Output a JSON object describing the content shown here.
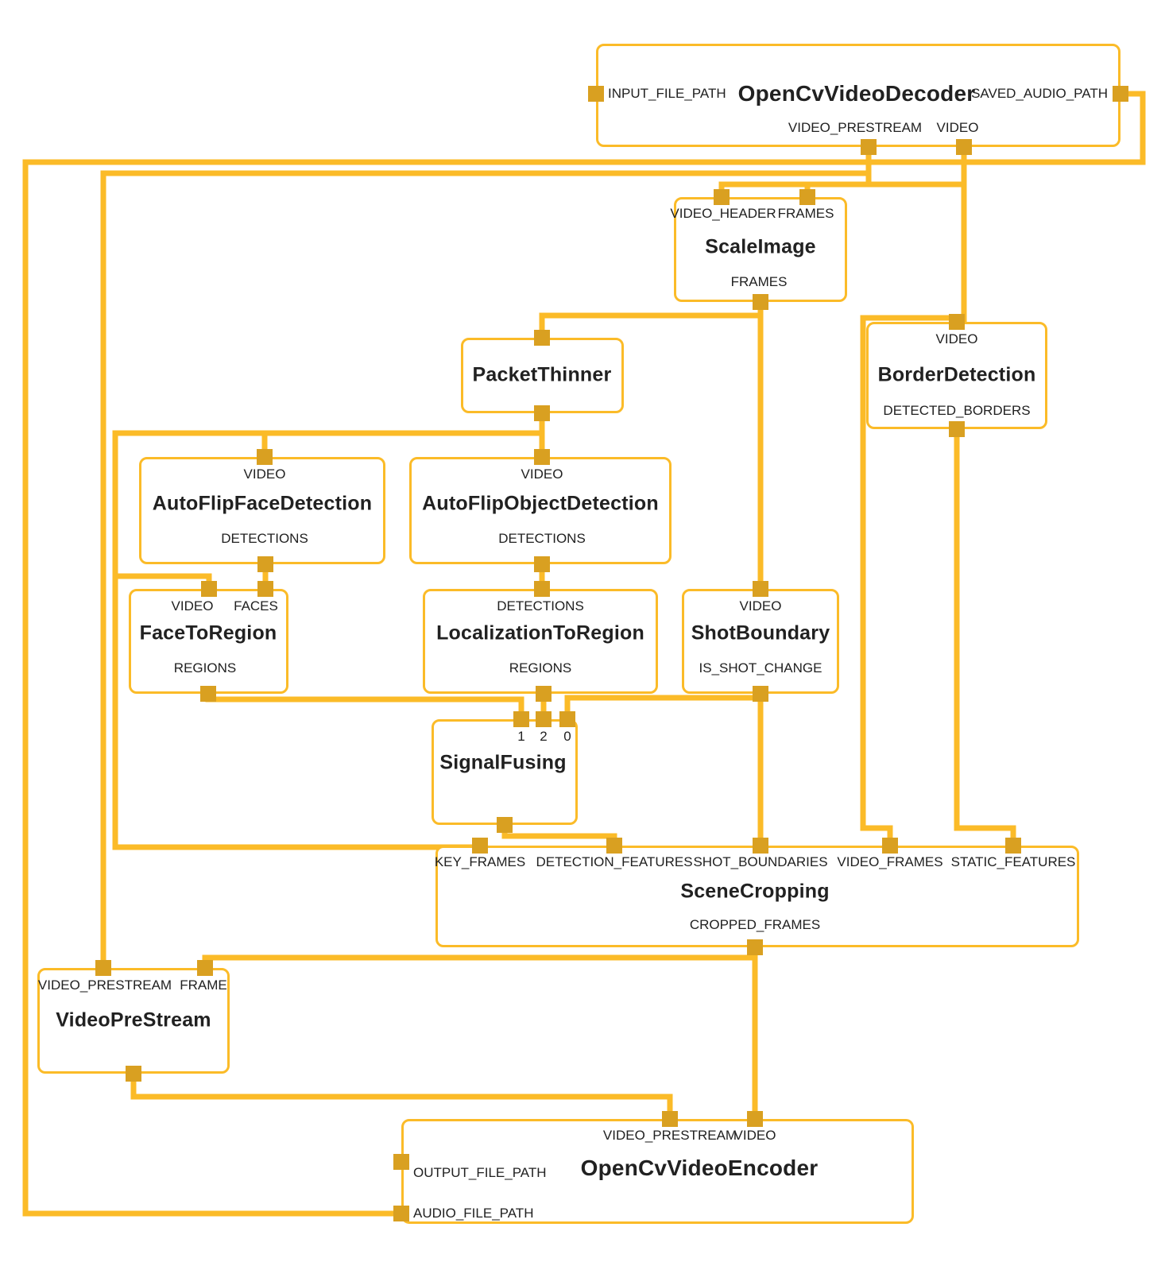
{
  "colors": {
    "edge": "#FBBB28",
    "node_border": "#FBBB28",
    "port": "#D9A021",
    "text": "#212121",
    "background": "#FFFFFF"
  },
  "nodes": [
    {
      "title": "OpenCvVideoDecoder",
      "ports": {
        "input_file_path": "INPUT_FILE_PATH",
        "saved_audio_path": "SAVED_AUDIO_PATH",
        "video_prestream": "VIDEO_PRESTREAM",
        "video": "VIDEO"
      }
    },
    {
      "title": "ScaleImage",
      "ports": {
        "video_header": "VIDEO_HEADER",
        "frames_in": "FRAMES",
        "frames_out": "FRAMES"
      }
    },
    {
      "title": "PacketThinner",
      "ports": {}
    },
    {
      "title": "BorderDetection",
      "ports": {
        "video": "VIDEO",
        "detected_borders": "DETECTED_BORDERS"
      }
    },
    {
      "title": "AutoFlipFaceDetection",
      "ports": {
        "video": "VIDEO",
        "detections": "DETECTIONS"
      }
    },
    {
      "title": "AutoFlipObjectDetection",
      "ports": {
        "video": "VIDEO",
        "detections": "DETECTIONS"
      }
    },
    {
      "title": "FaceToRegion",
      "ports": {
        "video": "VIDEO",
        "faces": "FACES",
        "regions": "REGIONS"
      }
    },
    {
      "title": "LocalizationToRegion",
      "ports": {
        "detections": "DETECTIONS",
        "regions": "REGIONS"
      }
    },
    {
      "title": "ShotBoundary",
      "ports": {
        "video": "VIDEO",
        "is_shot_change": "IS_SHOT_CHANGE"
      }
    },
    {
      "title": "SignalFusing",
      "ports": {
        "in1": "1",
        "in2": "2",
        "in0": "0"
      }
    },
    {
      "title": "SceneCropping",
      "ports": {
        "key_frames": "KEY_FRAMES",
        "detection_features": "DETECTION_FEATURES",
        "shot_boundaries": "SHOT_BOUNDARIES",
        "video_frames": "VIDEO_FRAMES",
        "static_features": "STATIC_FEATURES",
        "cropped_frames": "CROPPED_FRAMES"
      }
    },
    {
      "title": "VideoPreStream",
      "ports": {
        "video_prestream": "VIDEO_PRESTREAM",
        "frame": "FRAME"
      }
    },
    {
      "title": "OpenCvVideoEncoder",
      "ports": {
        "video_prestream": "VIDEO_PRESTREAM",
        "video": "VIDEO",
        "output_file_path": "OUTPUT_FILE_PATH",
        "audio_file_path": "AUDIO_FILE_PATH"
      }
    }
  ],
  "edges": [
    {
      "from": "OpenCvVideoDecoder.SAVED_AUDIO_PATH",
      "to": "OpenCvVideoEncoder.AUDIO_FILE_PATH"
    },
    {
      "from": "OpenCvVideoDecoder.VIDEO_PRESTREAM",
      "to": "VideoPreStream.VIDEO_PRESTREAM"
    },
    {
      "from": "OpenCvVideoDecoder.VIDEO_PRESTREAM",
      "to": "ScaleImage.VIDEO_HEADER"
    },
    {
      "from": "OpenCvVideoDecoder.VIDEO",
      "to": "ScaleImage.FRAMES"
    },
    {
      "from": "OpenCvVideoDecoder.VIDEO",
      "to": "BorderDetection.VIDEO"
    },
    {
      "from": "OpenCvVideoDecoder.VIDEO",
      "to": "SceneCropping.VIDEO_FRAMES"
    },
    {
      "from": "ScaleImage.FRAMES",
      "to": "PacketThinner.input"
    },
    {
      "from": "ScaleImage.FRAMES",
      "to": "ShotBoundary.VIDEO"
    },
    {
      "from": "PacketThinner.output",
      "to": "AutoFlipFaceDetection.VIDEO"
    },
    {
      "from": "PacketThinner.output",
      "to": "AutoFlipObjectDetection.VIDEO"
    },
    {
      "from": "PacketThinner.output",
      "to": "FaceToRegion.VIDEO"
    },
    {
      "from": "PacketThinner.output",
      "to": "SceneCropping.KEY_FRAMES"
    },
    {
      "from": "AutoFlipFaceDetection.DETECTIONS",
      "to": "FaceToRegion.FACES"
    },
    {
      "from": "AutoFlipObjectDetection.DETECTIONS",
      "to": "LocalizationToRegion.DETECTIONS"
    },
    {
      "from": "FaceToRegion.REGIONS",
      "to": "SignalFusing.1"
    },
    {
      "from": "LocalizationToRegion.REGIONS",
      "to": "SignalFusing.2"
    },
    {
      "from": "ShotBoundary.IS_SHOT_CHANGE",
      "to": "SignalFusing.0"
    },
    {
      "from": "ShotBoundary.IS_SHOT_CHANGE",
      "to": "SceneCropping.SHOT_BOUNDARIES"
    },
    {
      "from": "SignalFusing.output",
      "to": "SceneCropping.DETECTION_FEATURES"
    },
    {
      "from": "BorderDetection.DETECTED_BORDERS",
      "to": "SceneCropping.STATIC_FEATURES"
    },
    {
      "from": "SceneCropping.CROPPED_FRAMES",
      "to": "OpenCvVideoEncoder.VIDEO"
    },
    {
      "from": "SceneCropping.CROPPED_FRAMES",
      "to": "VideoPreStream.FRAME"
    },
    {
      "from": "VideoPreStream.output",
      "to": "OpenCvVideoEncoder.VIDEO_PRESTREAM"
    }
  ]
}
